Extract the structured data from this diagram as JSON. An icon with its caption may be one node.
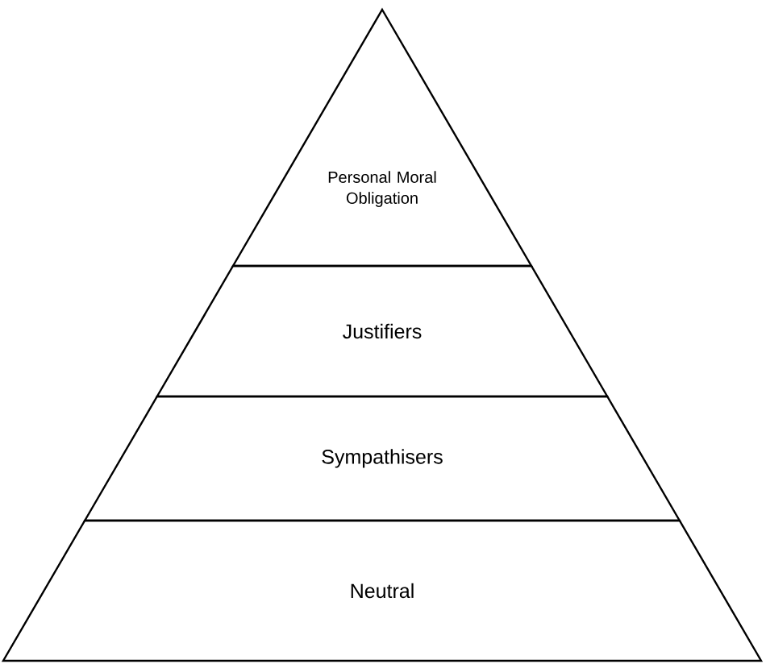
{
  "diagram": {
    "nodes": [
      {
        "text": [
          "Personal Moral Obligation"
        ]
      },
      {
        "text": [
          "Justifiers"
        ]
      },
      {
        "text": [
          "Sympathisers"
        ]
      },
      {
        "text": [
          "Neutral"
        ]
      }
    ]
  }
}
